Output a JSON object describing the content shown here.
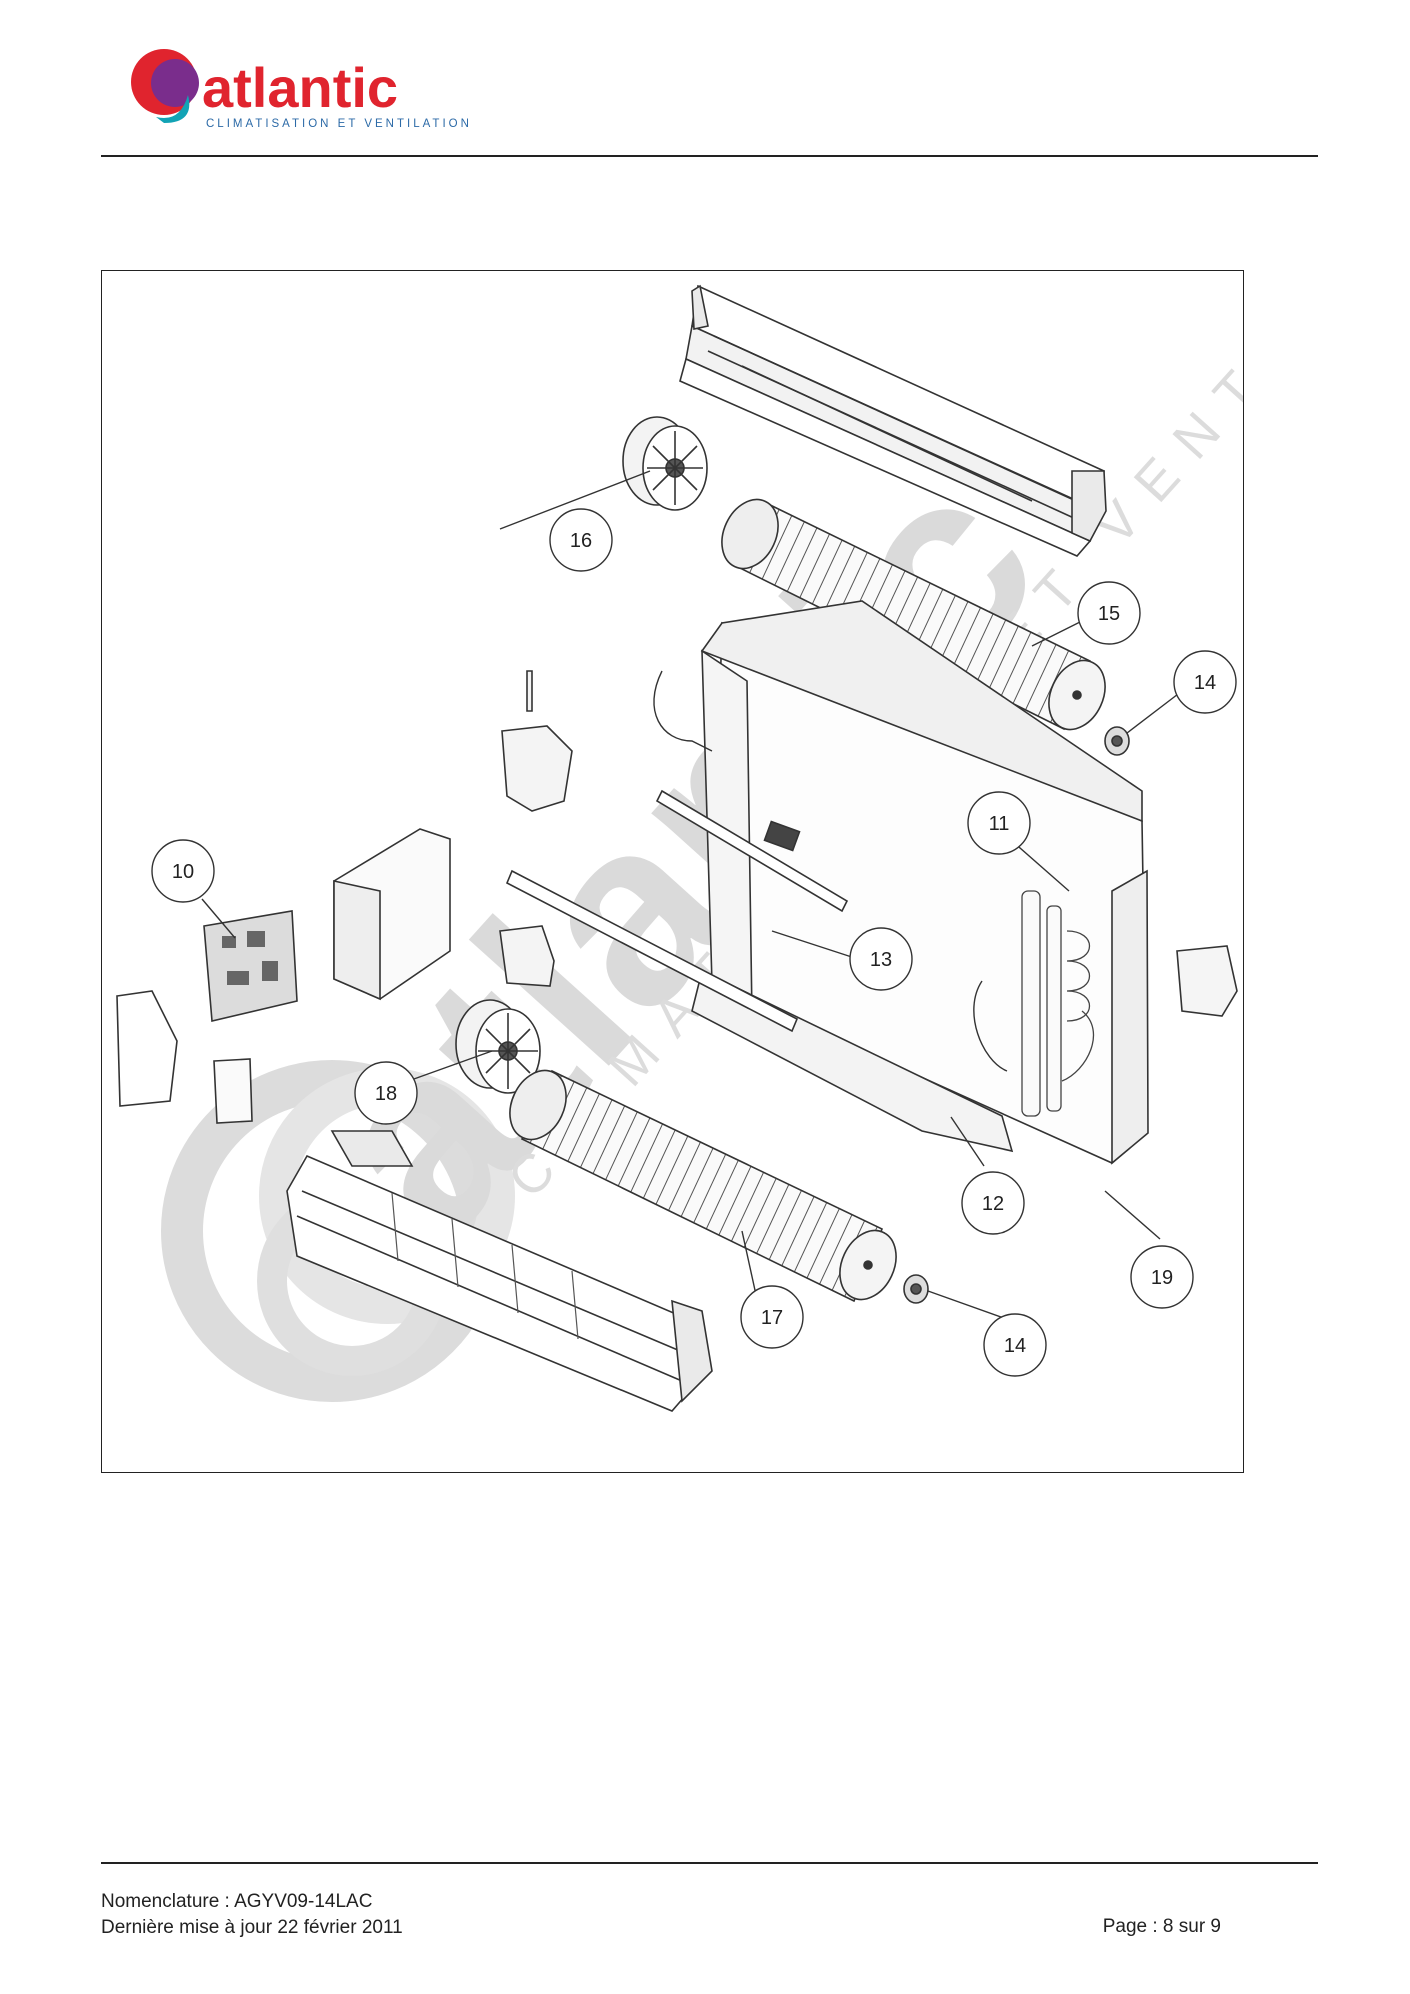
{
  "header": {
    "brand_name": "atlantic",
    "brand_tagline": "CLIMATISATION ET VENTILATION",
    "colors": {
      "brand_red": "#e0242e",
      "brand_purple": "#7a2d8c",
      "brand_teal": "#12a3b5",
      "tagline_blue": "#2c6aa7"
    }
  },
  "diagram": {
    "watermark": {
      "brand": "atlantic",
      "tagline": "CLIMATISATION ET VENTILATION"
    },
    "callouts": [
      {
        "label": "10"
      },
      {
        "label": "11"
      },
      {
        "label": "12"
      },
      {
        "label": "13"
      },
      {
        "label": "14"
      },
      {
        "label": "14"
      },
      {
        "label": "15"
      },
      {
        "label": "16"
      },
      {
        "label": "17"
      },
      {
        "label": "18"
      },
      {
        "label": "19"
      }
    ]
  },
  "footer": {
    "line1": "Nomenclature : AGYV09-14LAC",
    "line2": "Dernière mise à jour 22 février 2011",
    "page": "Page : 8 sur 9"
  }
}
